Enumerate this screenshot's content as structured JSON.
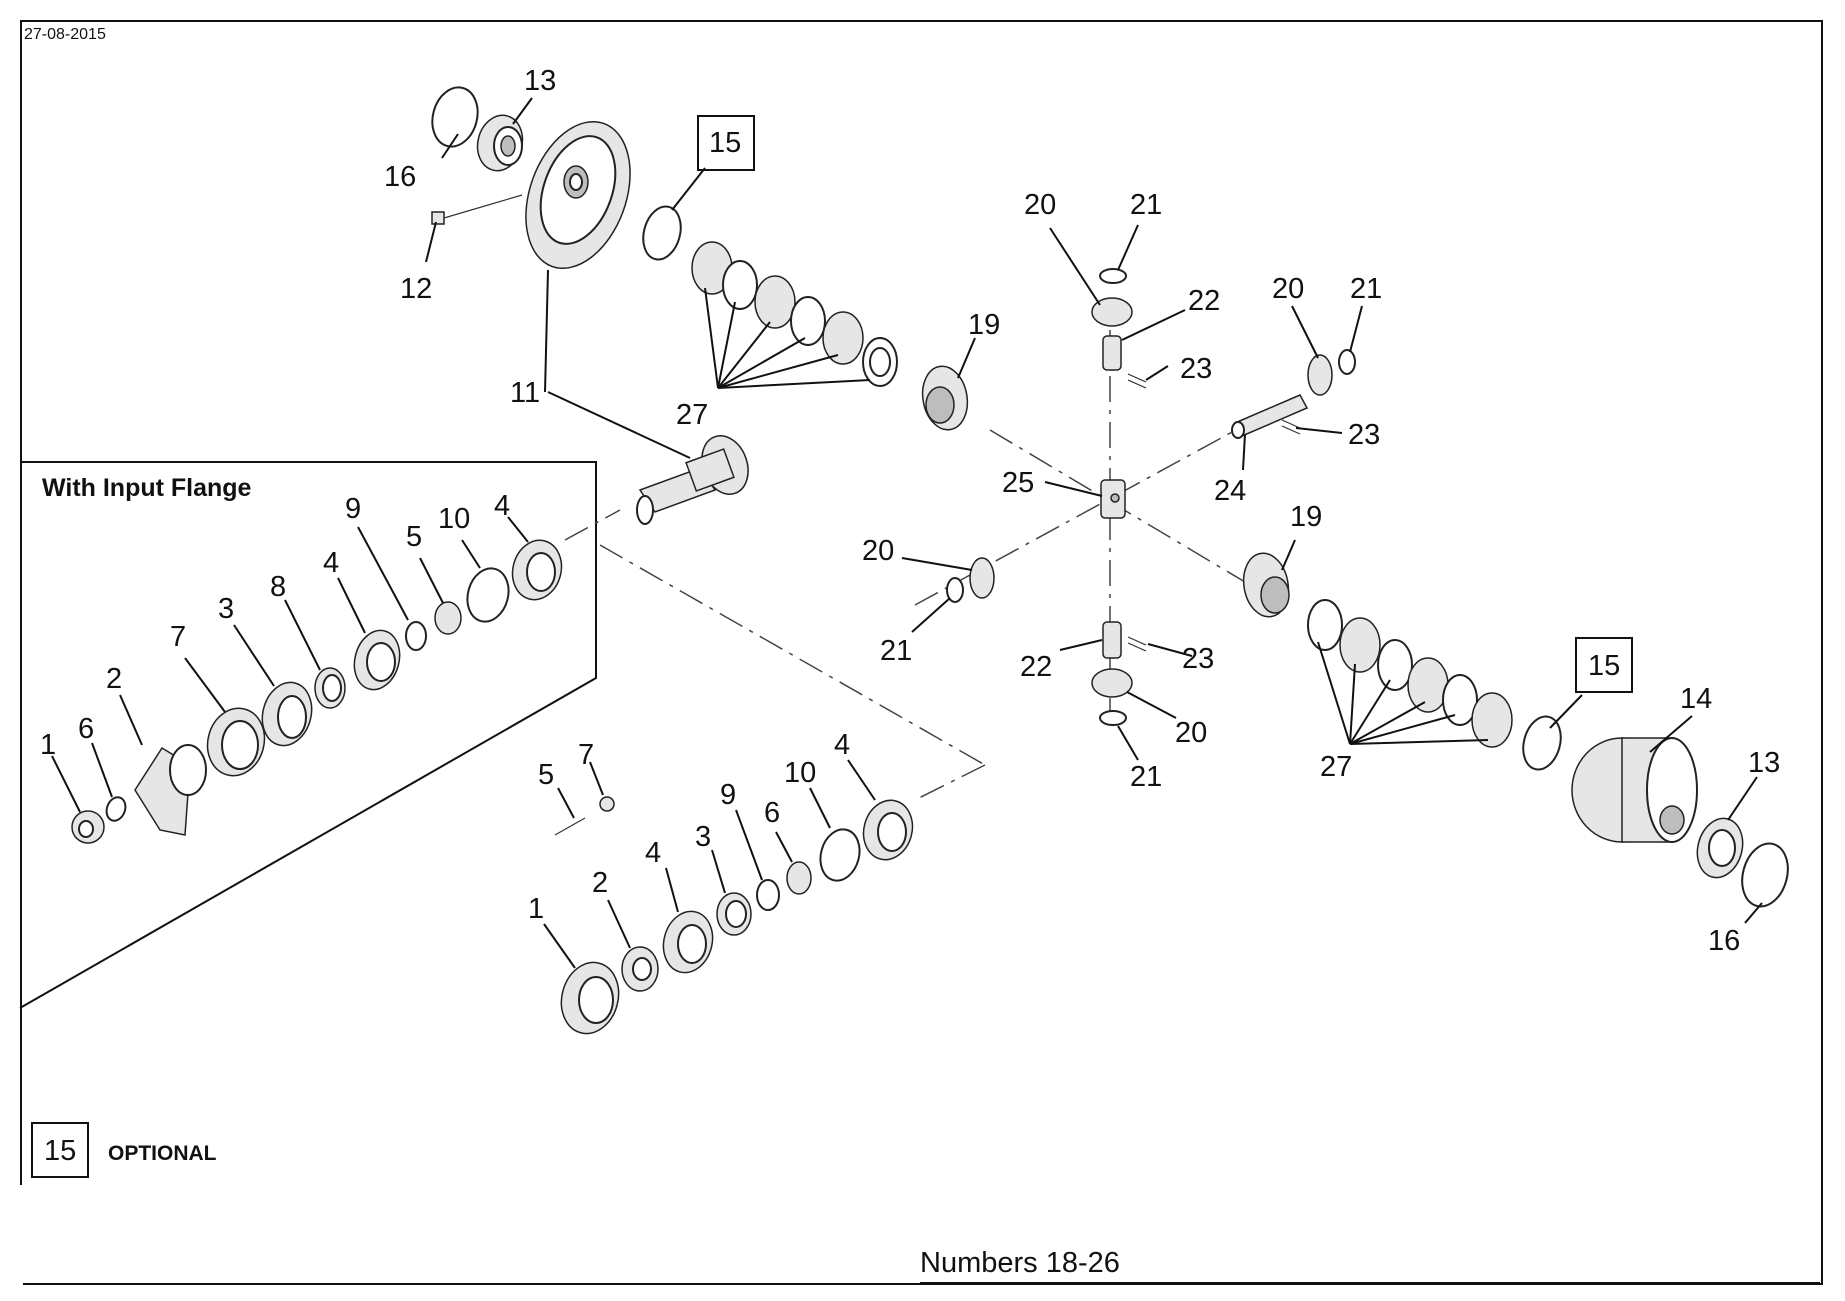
{
  "header": {
    "date": "27-08-2015"
  },
  "inset": {
    "title": "With Input Flange"
  },
  "legend": {
    "box_number": "15",
    "text": "OPTIONAL"
  },
  "footer": {
    "title": "Numbers 18-26"
  },
  "callouts": {
    "c13a": "13",
    "c16a": "16",
    "c12": "12",
    "c15a": "15",
    "c11": "11",
    "c27a": "27",
    "c19a": "19",
    "c20a": "20",
    "c21a": "21",
    "c22a": "22",
    "c23a": "23",
    "c20b": "20",
    "c21b": "21",
    "c23b": "23",
    "c24": "24",
    "c25": "25",
    "c19b": "19",
    "c20c": "20",
    "c21c": "21",
    "c22b": "22",
    "c23c": "23",
    "c20d": "20",
    "c21d": "21",
    "c27b": "27",
    "c15b": "15",
    "c14": "14",
    "c13b": "13",
    "c16b": "16",
    "i9": "9",
    "i5": "5",
    "i10": "10",
    "i4a": "4",
    "i4b": "4",
    "i8": "8",
    "i3": "3",
    "i7": "7",
    "i2": "2",
    "i1": "1",
    "i6": "6",
    "m5": "5",
    "m7": "7",
    "m1": "1",
    "m2": "2",
    "m4a": "4",
    "m3": "3",
    "m9": "9",
    "m6": "6",
    "m10": "10",
    "m4b": "4"
  },
  "icons": [
    "bevel-gear-icon",
    "bearing-icon",
    "friction-disc-icon",
    "spider-gear-icon",
    "differential-case-icon",
    "flange-icon",
    "nut-icon"
  ]
}
